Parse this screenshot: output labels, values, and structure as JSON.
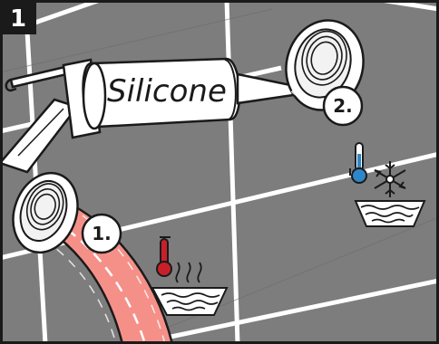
{
  "panel": {
    "number": "1"
  },
  "cartridge": {
    "label": "Silicone"
  },
  "steps": [
    {
      "label": "1.",
      "meaning": "hot"
    },
    {
      "label": "2.",
      "meaning": "cold"
    }
  ],
  "icons": {
    "hot": [
      "thermometer-red-icon",
      "hot-water-basin-icon"
    ],
    "cold": [
      "thermometer-blue-icon",
      "snowflake-icon",
      "cold-water-basin-icon"
    ]
  },
  "colors": {
    "background": "#7d7d7d",
    "grout": "#ffffff",
    "hot_pipe": "#f59089",
    "hot_thermometer": "#c8202a",
    "cold_thermometer": "#2f86c8",
    "outline": "#1a1a1a"
  }
}
